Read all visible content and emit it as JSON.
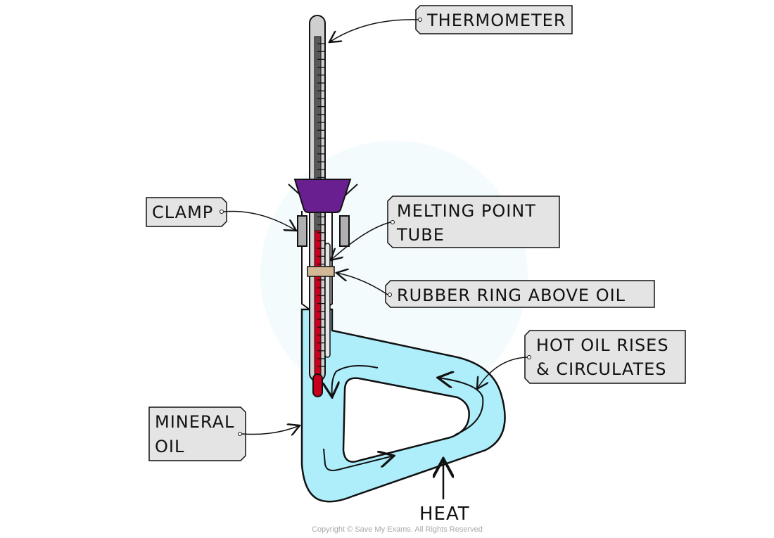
{
  "diagram": {
    "title": "Thiele tube melting point apparatus",
    "labels": {
      "thermometer": "THERMOMETER",
      "clamp": "CLAMP",
      "melting_point_tube_line1": "MELTING  POINT",
      "melting_point_tube_line2": "TUBE",
      "rubber_ring": "RUBBER  RING ABOVE  OIL",
      "hot_oil_line1": "HOT OIL RISES",
      "hot_oil_line2": "&  CIRCULATES",
      "mineral_oil_line1": "MINERAL",
      "mineral_oil_line2": "OIL",
      "heat": "HEAT"
    },
    "copyright": "Copyright © Save My Exams. All Rights Reserved",
    "colors": {
      "oil": "#aeeefa",
      "stopper": "#6a1f91",
      "mercury": "#c8001e",
      "rubber_ring": "#d2b896",
      "label_fill": "#e4e4e4",
      "glass": "#cfcfcf",
      "scale": "#5a5a5a"
    }
  }
}
